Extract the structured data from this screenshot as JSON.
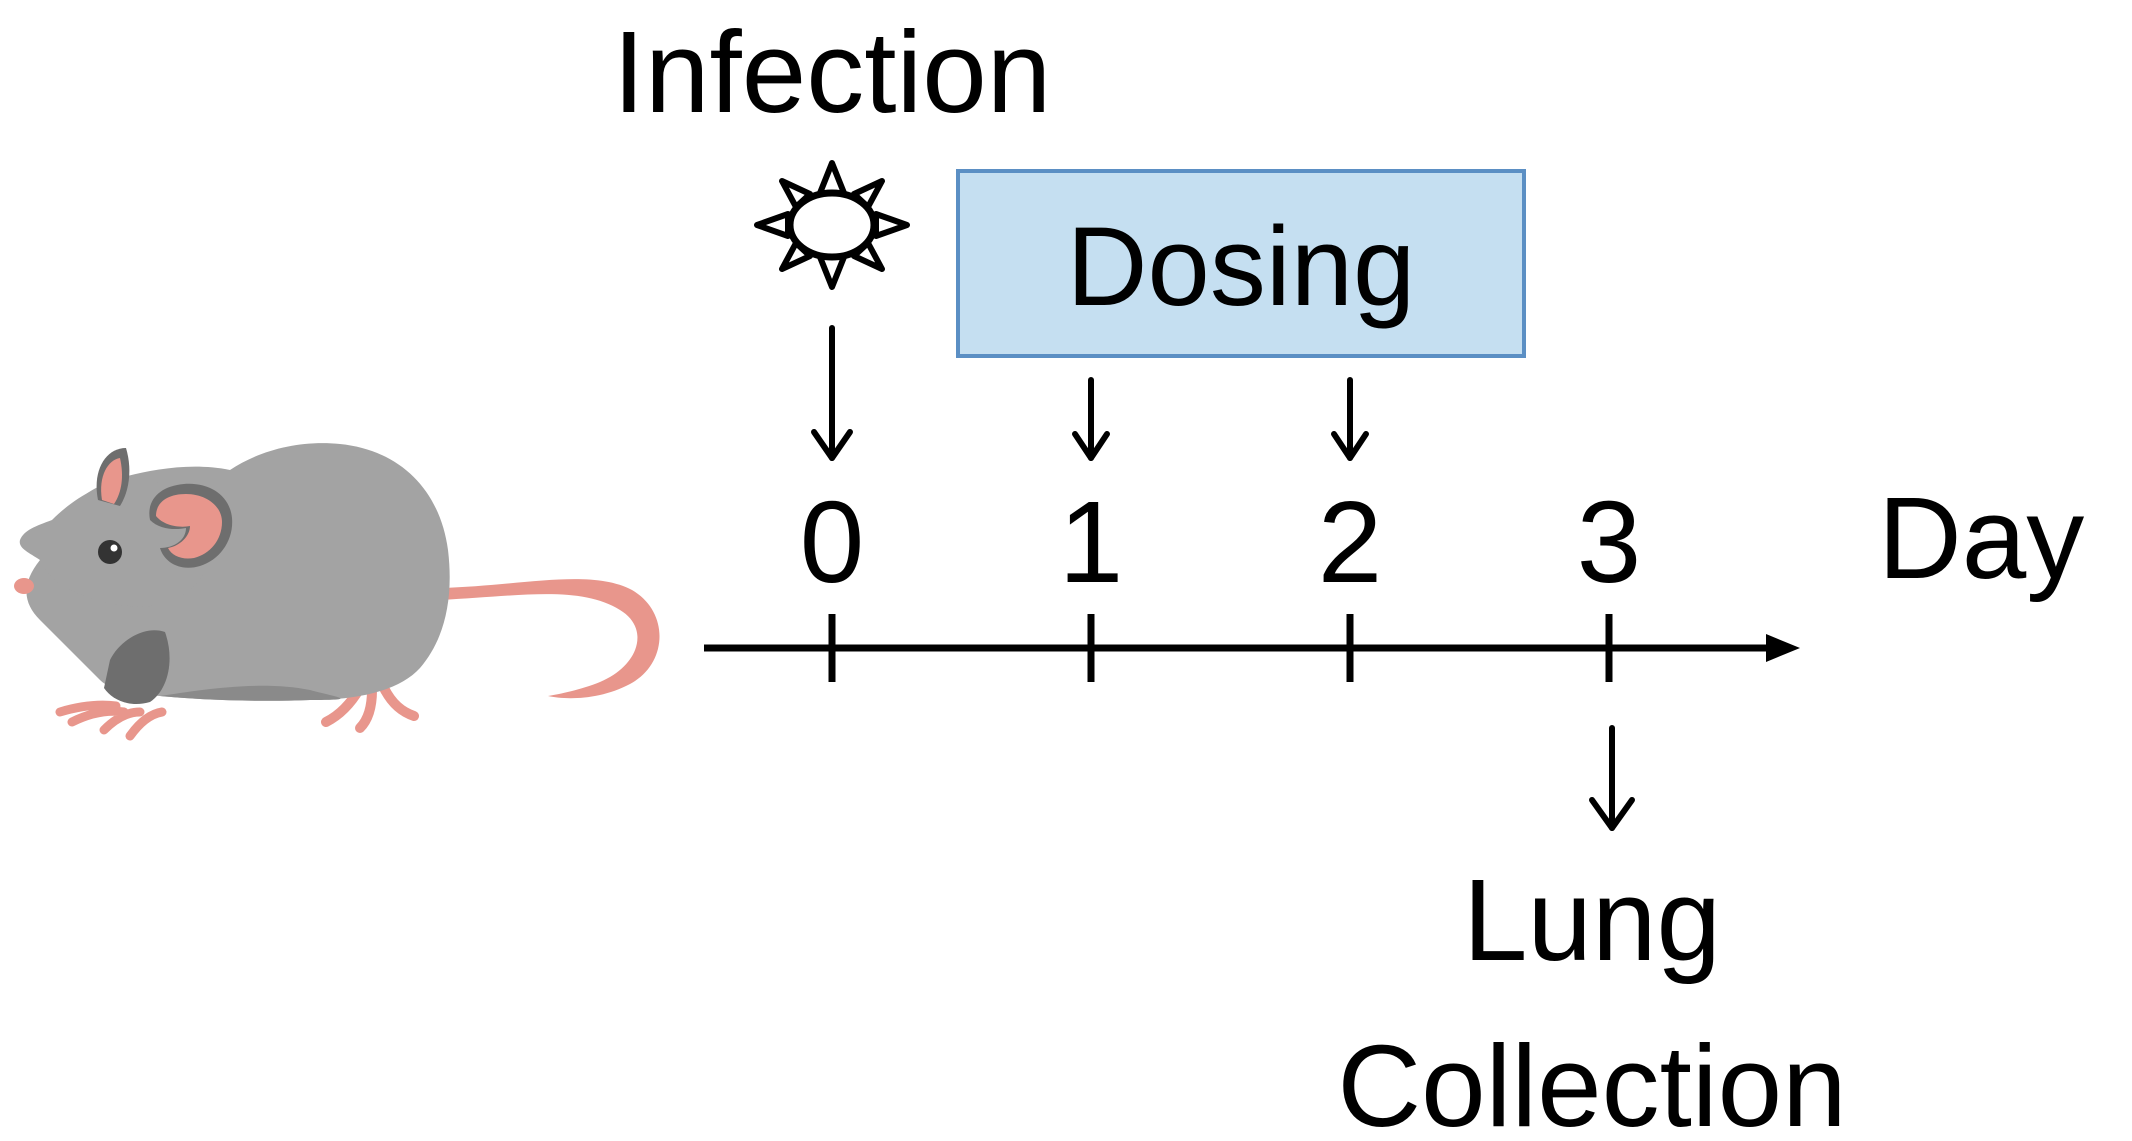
{
  "labels": {
    "infection": "Infection",
    "dosing": "Dosing",
    "day_unit": "Day",
    "lung_line1": "Lung",
    "lung_line2": "Collection"
  },
  "timeline": {
    "days": [
      "0",
      "1",
      "2",
      "3"
    ],
    "dosing_days": [
      "1",
      "2"
    ],
    "infection_day": "0",
    "collection_day": "3"
  },
  "colors": {
    "dosing_fill": "#c5dff1",
    "dosing_border": "#5b8fc4",
    "mouse_body": "#a3a3a3",
    "mouse_dark": "#6e6e6e",
    "mouse_pink": "#e8968c",
    "line": "#000000"
  },
  "icons": {
    "pathogen": "virus-icon",
    "animal": "mouse-icon"
  }
}
